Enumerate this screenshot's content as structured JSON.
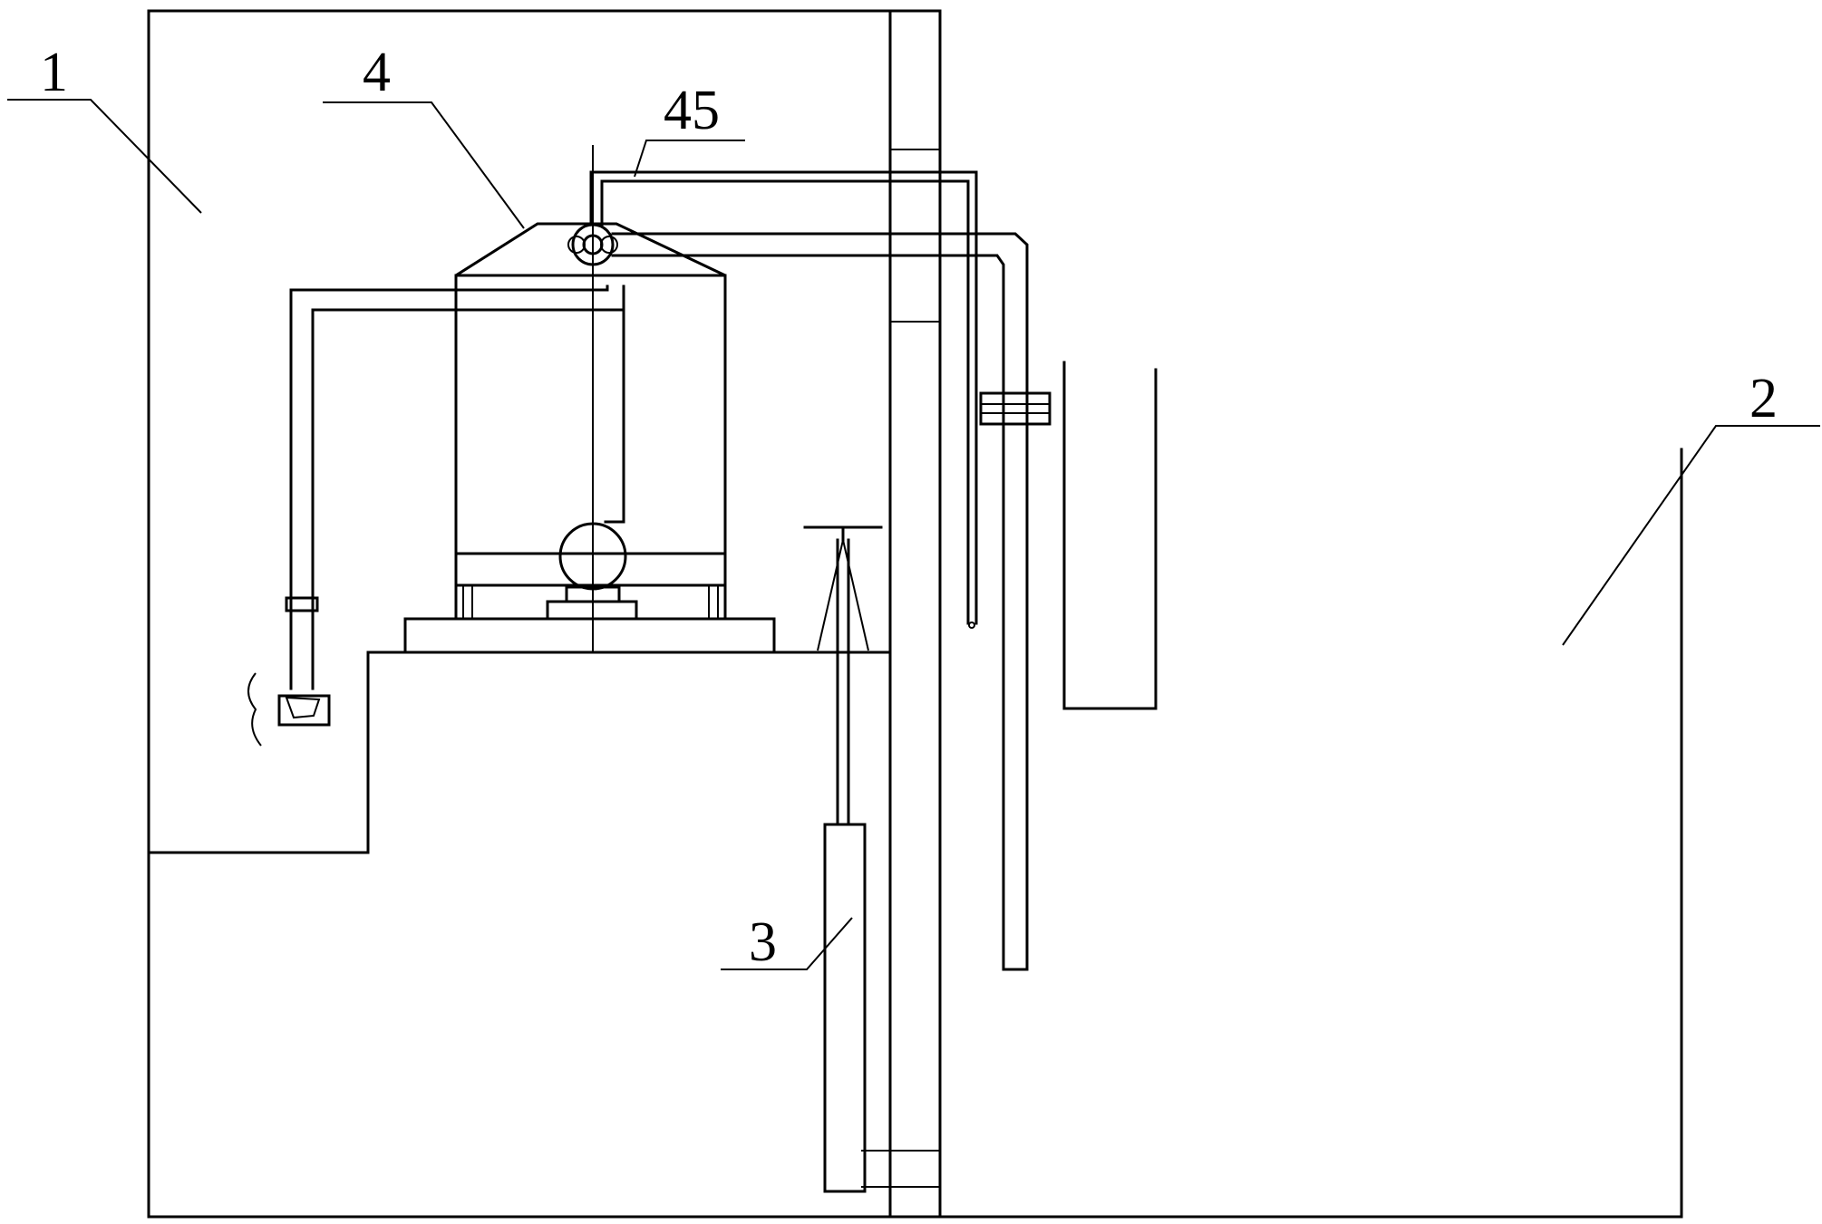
{
  "labels": {
    "l1": "1",
    "l2": "2",
    "l3": "3",
    "l4": "4",
    "l45": "45"
  }
}
